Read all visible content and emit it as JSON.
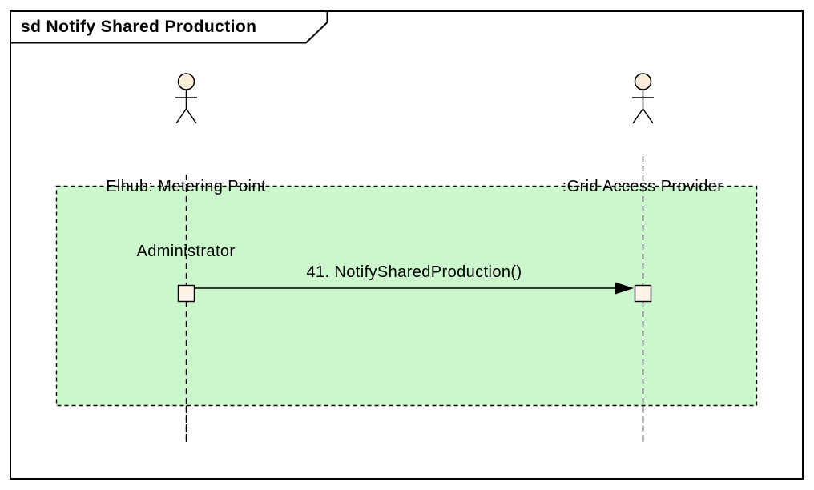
{
  "diagram": {
    "type": "uml-sequence-diagram",
    "frame_title": "sd Notify Shared Production",
    "actors": [
      {
        "label_lines": [
          "Elhub: Metering Point",
          "Administrator"
        ]
      },
      {
        "label_lines": [
          ":Grid Access Provider"
        ]
      }
    ],
    "messages": [
      {
        "label": "41. NotifySharedProduction()",
        "from": "Elhub: Metering Point Administrator",
        "to": ":Grid Access Provider"
      }
    ],
    "colors": {
      "region_fill": "#CCF7CC",
      "actor_fill": "#FBEDD8",
      "activation_fill": "#FDF3E6",
      "frame_fill": "#FFFFFF",
      "line": "#000000"
    }
  }
}
